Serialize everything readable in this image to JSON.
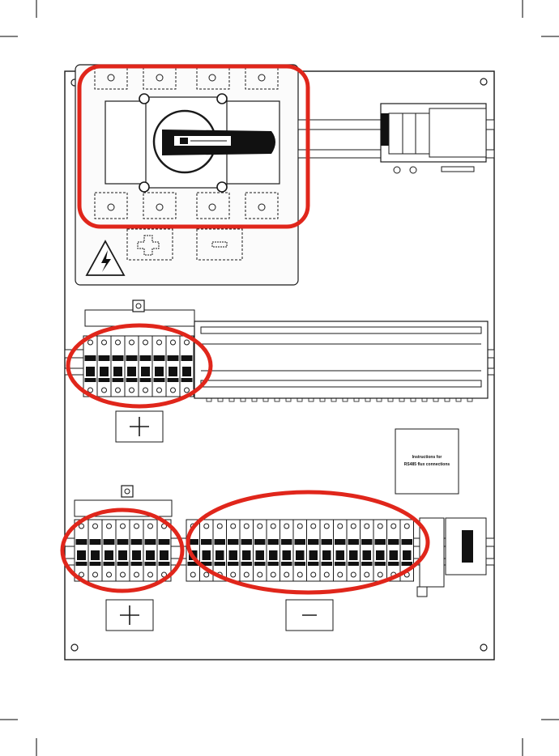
{
  "colors": {
    "line": "#1a1a1a",
    "highlight": "#e0261b",
    "panel": "#ffffff",
    "enclosure_fill": "#fbfbfb"
  },
  "symbols": {
    "plus": "plus-symbol",
    "minus": "minus-symbol",
    "warning": "high-voltage-warning-icon"
  },
  "label_box": {
    "line1": "Instructions for",
    "line2": "RS485 flux connections"
  },
  "breakers": {
    "upper_positive_count": 8,
    "lower_positive_count": 7,
    "lower_negative_count": 17
  }
}
